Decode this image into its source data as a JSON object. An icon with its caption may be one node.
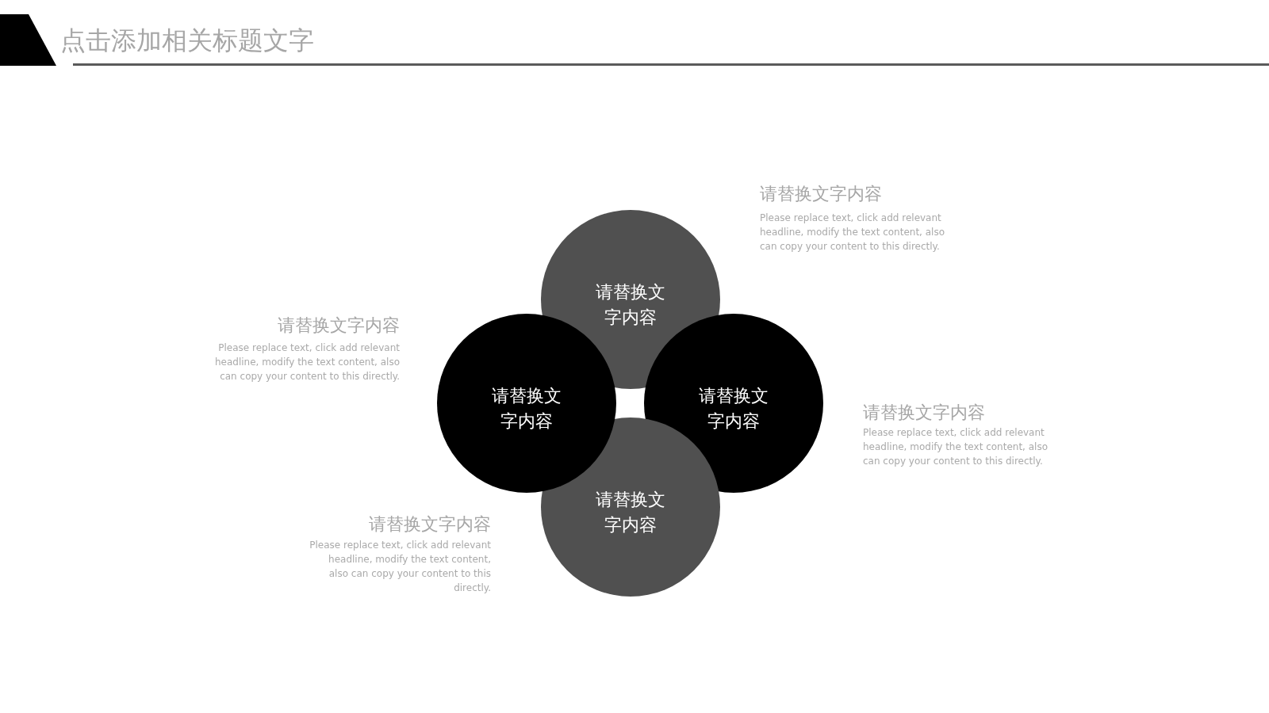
{
  "diagram": {
    "title": "点击添加相关标题文字",
    "nodes": [
      {
        "text": [
          "请替换文字内容"
        ],
        "beside": [
          "请替换文字内容",
          "Please replace text, click add relevant headline, modify the text content, also can copy your content to this directly."
        ]
      },
      {
        "text": [
          "请替换文字内容"
        ],
        "beside": [
          "请替换文字内容",
          "Please replace text, click add relevant headline, modify the text content, also can copy your content to this directly."
        ]
      },
      {
        "text": [
          "请替换文字内容"
        ],
        "beside": [
          "请替换文字内容",
          "Please replace text, click add relevant headline, modify the text content, also can copy your content to this directly."
        ]
      },
      {
        "text": [
          "请替换文字内容"
        ],
        "beside": [
          "请替换文字内容",
          "Please replace text, click add relevant headline, modify the text content, also can copy your content to this directly."
        ]
      }
    ]
  }
}
